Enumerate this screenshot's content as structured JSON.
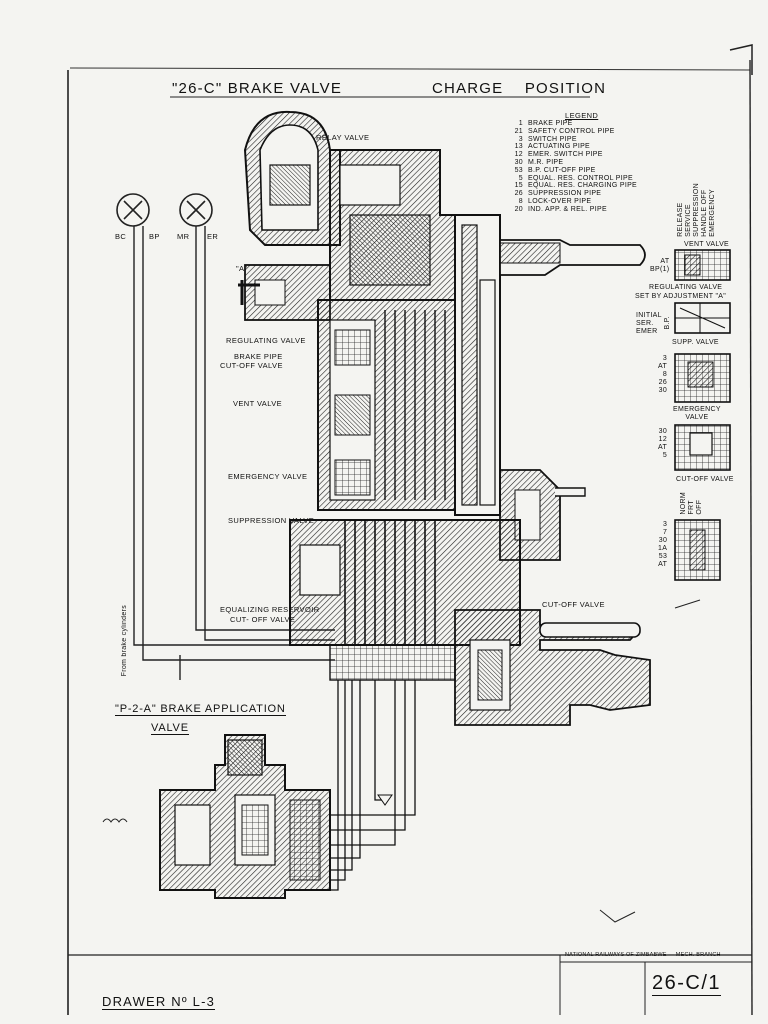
{
  "title_main": "\"26-C\" BRAKE VALVE",
  "title_position": "CHARGE    POSITION",
  "legend": {
    "heading": "LEGEND",
    "items": [
      {
        "num": "1",
        "label": "BRAKE PIPE"
      },
      {
        "num": "21",
        "label": "SAFETY CONTROL PIPE"
      },
      {
        "num": "3",
        "label": "SWITCH PIPE"
      },
      {
        "num": "13",
        "label": "ACTUATING PIPE"
      },
      {
        "num": "12",
        "label": "EMER. SWITCH PIPE"
      },
      {
        "num": "30",
        "label": "M.R. PIPE"
      },
      {
        "num": "53",
        "label": "B.P. CUT-OFF PIPE"
      },
      {
        "num": "5",
        "label": "EQUAL. RES. CONTROL PIPE"
      },
      {
        "num": "15",
        "label": "EQUAL. RES. CHARGING PIPE"
      },
      {
        "num": "26",
        "label": "SUPPRESSION PIPE"
      },
      {
        "num": "8",
        "label": "LOCK-OVER PIPE"
      },
      {
        "num": "20",
        "label": "IND. APP. & REL. PIPE"
      }
    ]
  },
  "gauges": [
    "BC",
    "BP",
    "MR",
    "ER"
  ],
  "labels": {
    "relay_valve": "RELAY VALVE",
    "a_mark": "\"A\"",
    "regulating_valve": "REGULATING VALVE",
    "bp_cutoff_1": "BRAKE  PIPE",
    "bp_cutoff_2": "CUT-OFF VALVE",
    "vent_valve": "VENT  VALVE",
    "emergency_valve": "EMERGENCY VALVE",
    "suppression_valve": "SUPPRESSION VALVE",
    "eq_res_1": "EQUALIZING RESERVOIR",
    "eq_res_2": "CUT- OFF VALVE",
    "cutoff_valve": "CUT-OFF VALVE",
    "from_brake_cylinders": "From brake cylinders",
    "p2a_title": "\"P-2-A\" BRAKE APPLICATION",
    "p2a_valve": "VALVE"
  },
  "right_panel": {
    "handle_positions": [
      "RELEASE",
      "SERVICE",
      "SUPPRESSION",
      "HANDLE OFF",
      "EMERGENCY"
    ],
    "vent_valve": "VENT  VALVE",
    "at_bp": "AT\nBP(1)",
    "regulating_note_1": "REGULATING  VALVE",
    "regulating_note_2": "SET BY ADJUSTMENT \"A\"",
    "initial": "INITIAL\nSER.\nEMER",
    "bp_vert": "B.P.",
    "supp_valve": "SUPP. VALVE",
    "supp_ports": "3\nAT\n8\n26\n30",
    "emergency_valve": "EMERGENCY\nVALVE",
    "emerg_ports": "30\n12\nAT\n5",
    "cutoff_valve": "CUT-OFF VALVE",
    "cutoff_positions": [
      "NORM",
      "FRT",
      "OFF"
    ],
    "cutoff_ports": "3\n7\n30\n1A\n53\nAT"
  },
  "title_block": {
    "org": "NATIONAL RAILWAYS OF ZIMBABWE — MECH. BRANCH",
    "number": "26-C/1",
    "drawer": "DRAWER  Nº L-3"
  }
}
